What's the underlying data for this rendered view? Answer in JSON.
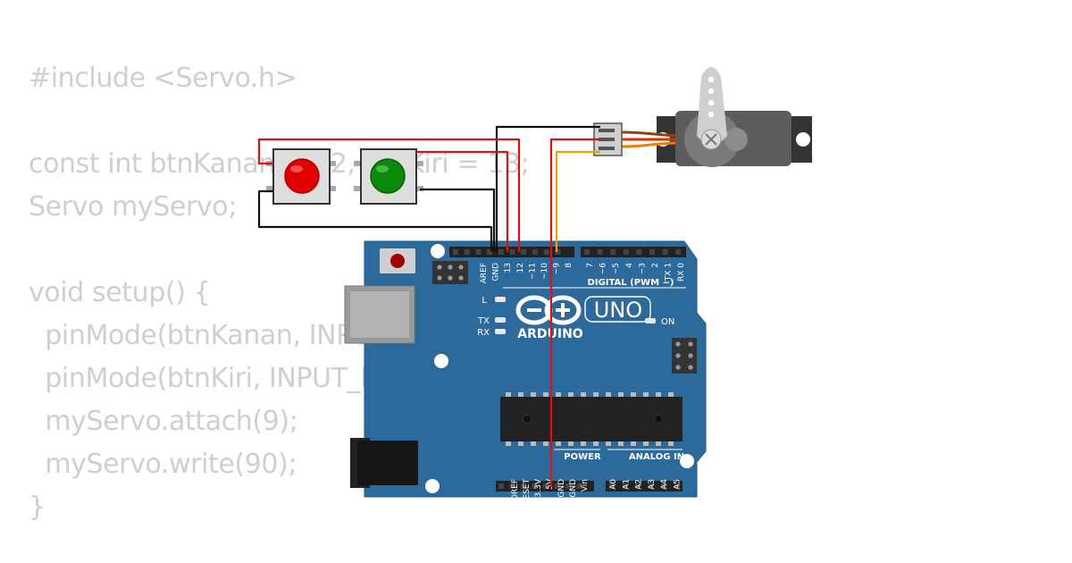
{
  "code_lines": [
    "#include <Servo.h>",
    "",
    "const int btnKanan = 12, btnKiri = 13;",
    "Servo myServo;",
    "",
    "void setup() {",
    "  pinMode(btnKanan, INPUT_PULLUP);",
    "  pinMode(btnKiri, INPUT_PULLUP);",
    "  myServo.attach(9);",
    "  myServo.write(90);",
    "}"
  ],
  "board": {
    "brand": "ARDUINO",
    "model": "UNO",
    "on_label": "ON",
    "l_label": "L",
    "tx_label": "TX",
    "rx_label": "RX",
    "digital_label": "DIGITAL (PWM ~)",
    "power_label": "POWER",
    "analog_label": "ANALOG IN",
    "digital_pins_left": [
      "AREF",
      "GND",
      "13",
      "12",
      "~11",
      "~10",
      "~9",
      "8"
    ],
    "digital_pins_right": [
      "7",
      "~6",
      "~5",
      "4",
      "~3",
      "2",
      "TX 1",
      "RX 0"
    ],
    "power_pins": [
      "IOREF",
      "RESET",
      "3.3V",
      "5V",
      "GND",
      "GND",
      "Vin"
    ],
    "analog_pins": [
      "A0",
      "A1",
      "A2",
      "A3",
      "A4",
      "A5"
    ]
  },
  "colors": {
    "board": "#2b6a9a",
    "code_text": "#cfcfcf",
    "wire_red": "#e01010",
    "wire_black": "#111111",
    "wire_orange": "#f0a000",
    "button_right": "#e00000",
    "button_left": "#0a8a0a",
    "servo_body": "#5c5c5c"
  }
}
